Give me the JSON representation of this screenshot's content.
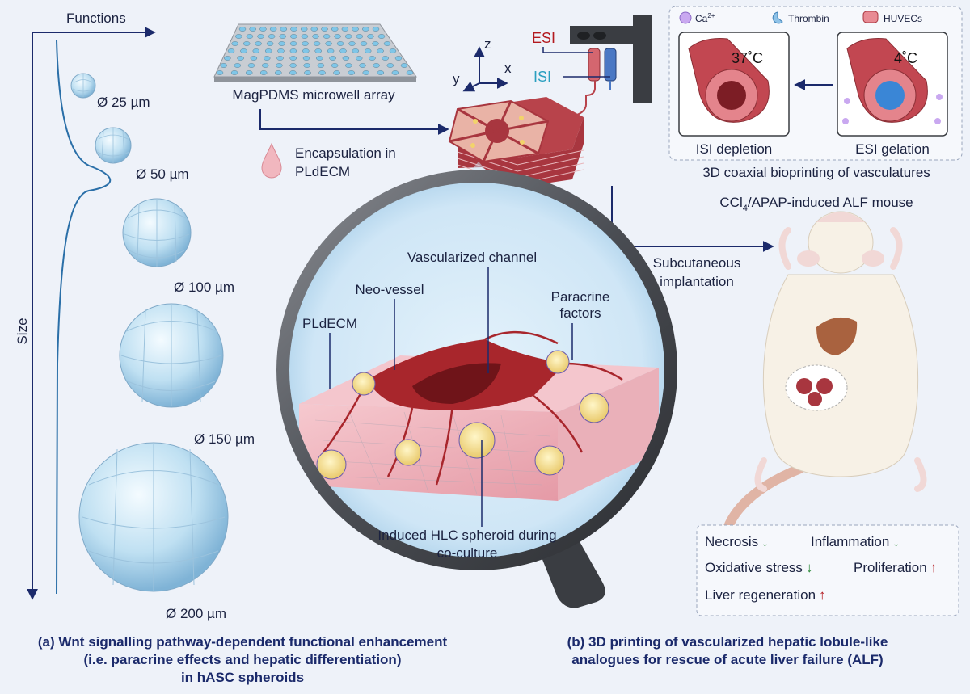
{
  "panel_a": {
    "axis_functions": "Functions",
    "axis_size": "Size",
    "spheroids": [
      {
        "label": "Ø 25 µm"
      },
      {
        "label": "Ø 50 µm"
      },
      {
        "label": "Ø 100 µm"
      },
      {
        "label": "Ø 150 µm"
      },
      {
        "label": "Ø 200 µm"
      }
    ],
    "caption_lines": [
      "(a) Wnt signalling pathway-dependent functional enhancement",
      "(i.e. paracrine effects and hepatic differentiation)",
      "in hASC spheroids"
    ]
  },
  "panel_b": {
    "microwell_label": "MagPDMS microwell array",
    "encapsulation_lines": [
      "Encapsulation in",
      "PLdECM"
    ],
    "axes": {
      "z": "z",
      "x": "x",
      "y": "y"
    },
    "esi": "ESI",
    "isi": "ISI",
    "legend": {
      "ca": "Ca",
      "ca_sup": "2+",
      "thrombin": "Thrombin",
      "huvecs": "HUVECs"
    },
    "temp_left": "37˚C",
    "temp_right": "4˚C",
    "isi_depletion": "ISI depletion",
    "esi_gelation": "ESI gelation",
    "bioprinting_caption": "3D coaxial bioprinting of vasculatures",
    "mouse_title": {
      "pre": "CCl",
      "sub": "4",
      "post": "/APAP-induced ALF mouse"
    },
    "implantation_lines": [
      "Subcutaneous",
      "implantation"
    ],
    "magnifier": {
      "vascularized_channel": "Vascularized channel",
      "neo_vessel": "Neo-vessel",
      "paracrine_lines": [
        "Paracrine",
        "factors"
      ],
      "pldecm": "PLdECM",
      "hlc_lines": [
        "Induced HLC spheroid during",
        "co-culture"
      ]
    },
    "outcomes": [
      {
        "text": "Necrosis",
        "arrow": "↓",
        "color": "#2e8b3a"
      },
      {
        "text": "Inflammation",
        "arrow": "↓",
        "color": "#2e8b3a"
      },
      {
        "text": "Oxidative stress",
        "arrow": "↓",
        "color": "#2e8b3a"
      },
      {
        "text": "Proliferation",
        "arrow": "↑",
        "color": "#b3191f"
      },
      {
        "text": "Liver regeneration",
        "arrow": "↑",
        "color": "#b3191f"
      }
    ],
    "caption_lines": [
      "(b) 3D printing of vascularized hepatic lobule-like",
      "analogues for rescue of acute liver failure (ALF)"
    ]
  },
  "colors": {
    "navy": "#1b2a6b",
    "tissue": "#e9a9b1",
    "vessel": "#a8262c",
    "spheroid": "#bfe0f2"
  }
}
